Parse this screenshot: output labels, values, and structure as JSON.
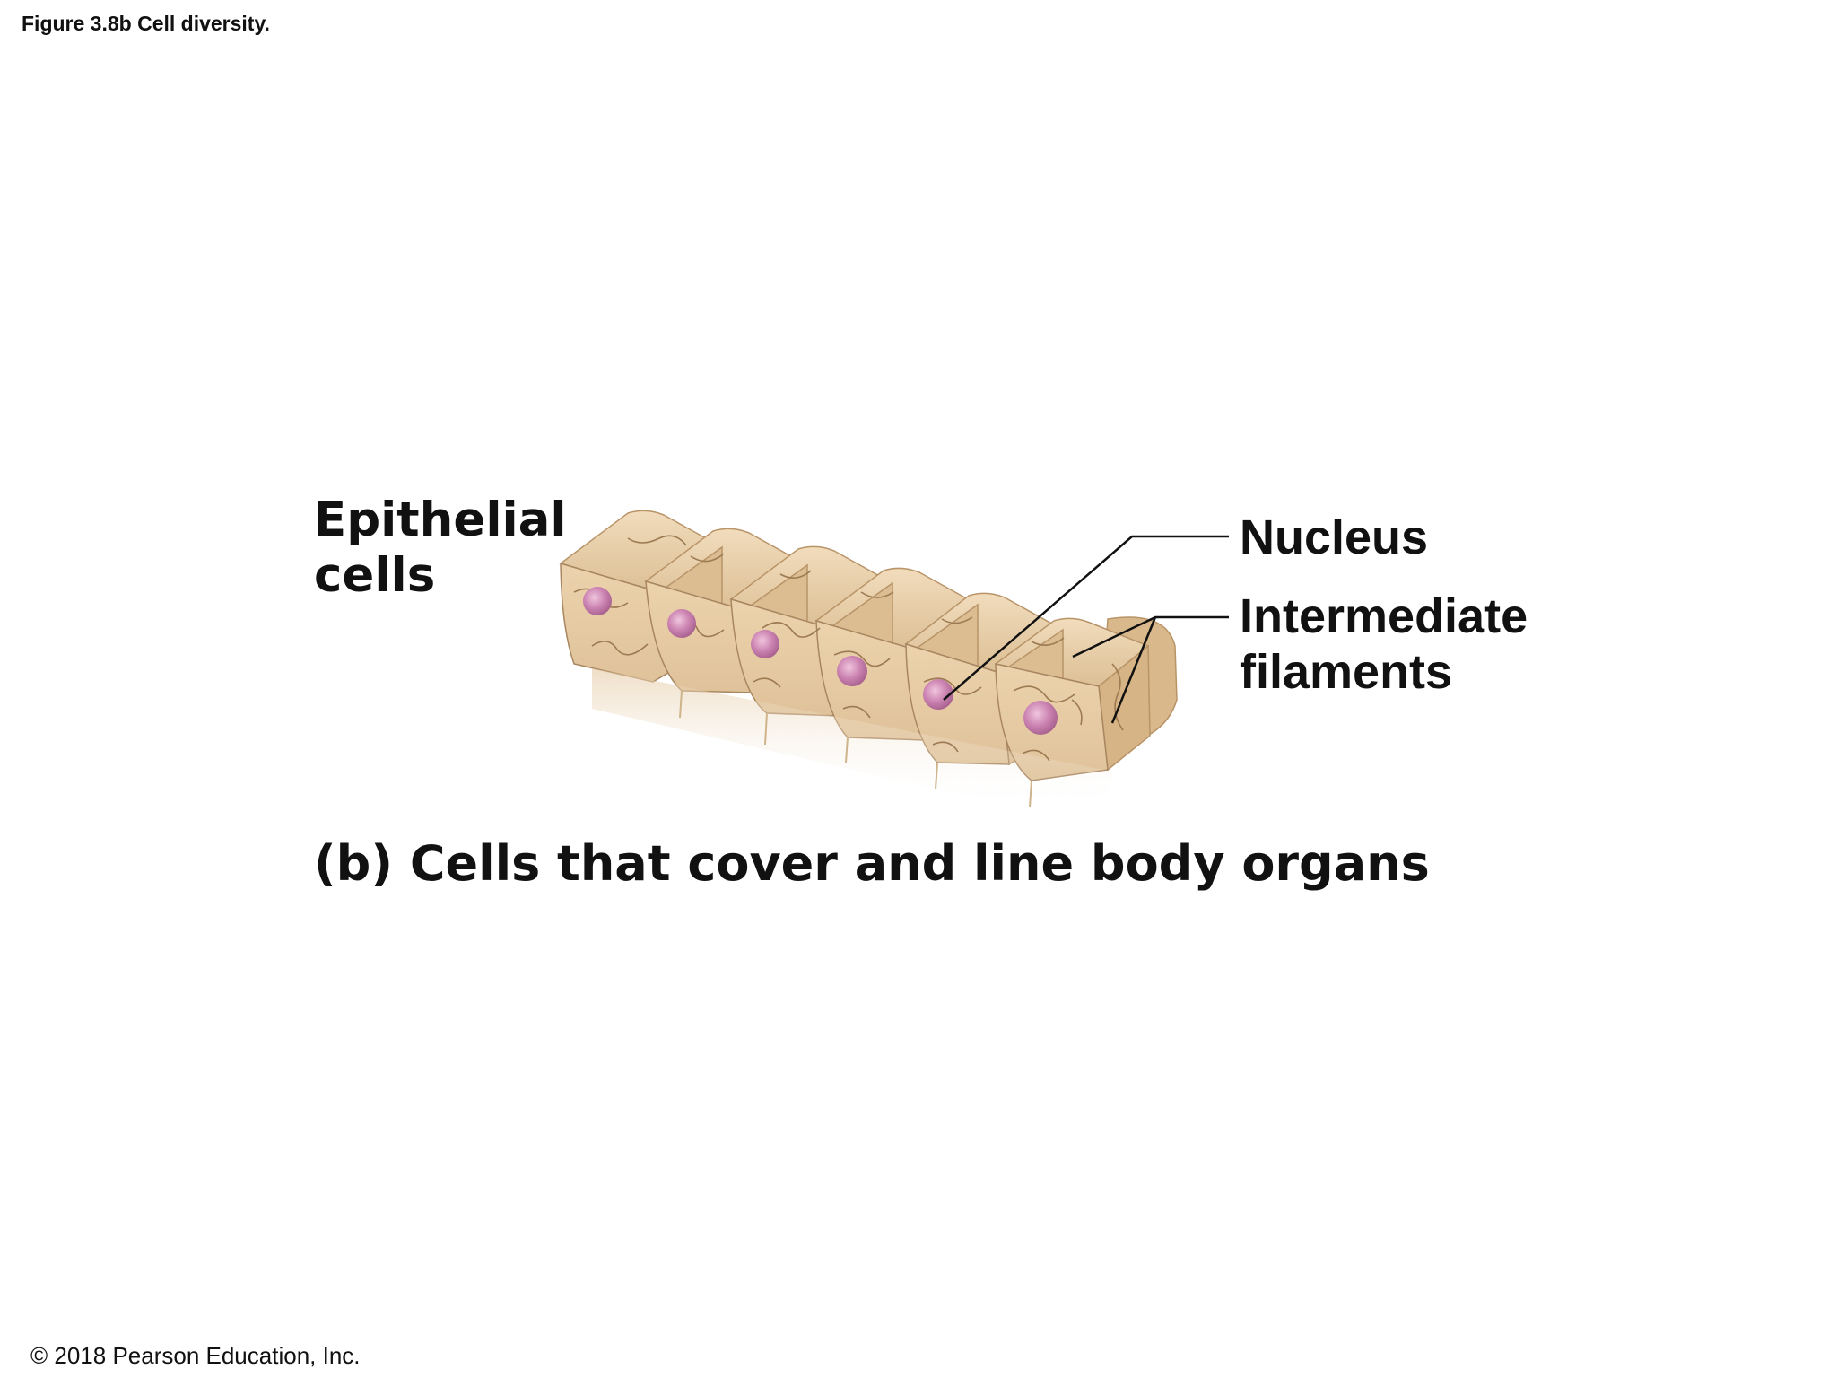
{
  "figure_title": "Figure 3.8b Cell diversity.",
  "labels": {
    "epithelial_line1": "Epithelial",
    "epithelial_line2": "cells",
    "nucleus": "Nucleus",
    "filaments_line1": "Intermediate",
    "filaments_line2": "filaments"
  },
  "caption": "(b) Cells that cover and line body organs",
  "copyright": "© 2018 Pearson Education, Inc.",
  "colors": {
    "cell_body": "#e6cba3",
    "cell_highlight": "#f3e2c6",
    "cell_shadow": "#c9a77a",
    "cell_edge": "#a88660",
    "nucleus": "#c97fae",
    "nucleus_highlight": "#e8b6d4",
    "leader_line": "#111111"
  }
}
